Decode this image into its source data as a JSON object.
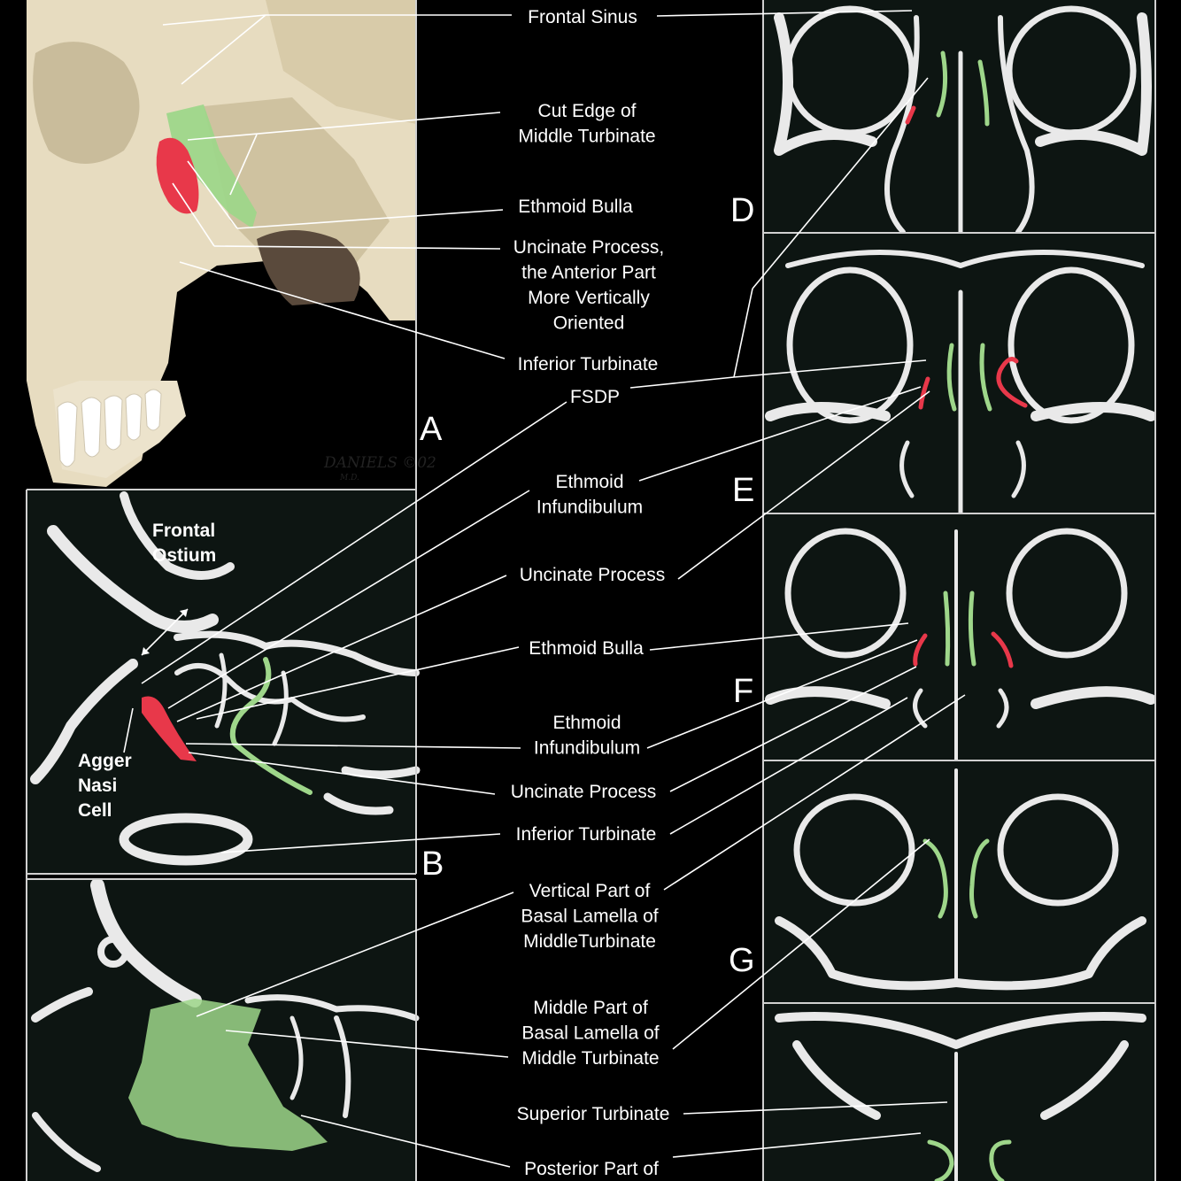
{
  "panel_letters": {
    "a": "A",
    "b": "B",
    "d": "D",
    "e": "E",
    "f": "F",
    "g": "G"
  },
  "signature": "DANIELS ©02",
  "signature_sub": "M.D.",
  "panel_b_labels": {
    "frontal_ostium": [
      "Frontal",
      "Ostium"
    ],
    "agger_nasi_cell": [
      "Agger",
      "Nasi",
      "Cell"
    ]
  },
  "labels": {
    "frontal_sinus": [
      "Frontal Sinus"
    ],
    "cut_edge": [
      "Cut Edge of",
      "Middle Turbinate"
    ],
    "ethmoid_bulla_1": [
      "Ethmoid Bulla"
    ],
    "uncinate_1": [
      "Uncinate Process,",
      "the Anterior Part",
      "More Vertically",
      "Oriented"
    ],
    "inferior_turbinate_1": [
      "Inferior Turbinate"
    ],
    "fsdp": [
      "FSDP"
    ],
    "ethmoid_infundibulum_1": [
      "Ethmoid",
      "Infundibulum"
    ],
    "uncinate_2": [
      "Uncinate Process"
    ],
    "ethmoid_bulla_2": [
      "Ethmoid Bulla"
    ],
    "ethmoid_infundibulum_2": [
      "Ethmoid",
      "Infundibulum"
    ],
    "uncinate_3": [
      "Uncinate Process"
    ],
    "inferior_turbinate_2": [
      "Inferior Turbinate"
    ],
    "vertical_basal": [
      "Vertical Part of",
      "Basal Lamella of",
      "MiddleTurbinate"
    ],
    "middle_basal": [
      "Middle Part of",
      "Basal Lamella of",
      "Middle Turbinate"
    ],
    "superior_turbinate": [
      "Superior Turbinate"
    ],
    "posterior_part": [
      "Posterior Part of"
    ]
  },
  "colors": {
    "background": "#000000",
    "bone": "#e9e9e9",
    "skull": "#e7dcc0",
    "middle_turbinate_green": "#9ed68a",
    "uncinate_red": "#e8384a",
    "ct_panel": "#0d1512"
  }
}
